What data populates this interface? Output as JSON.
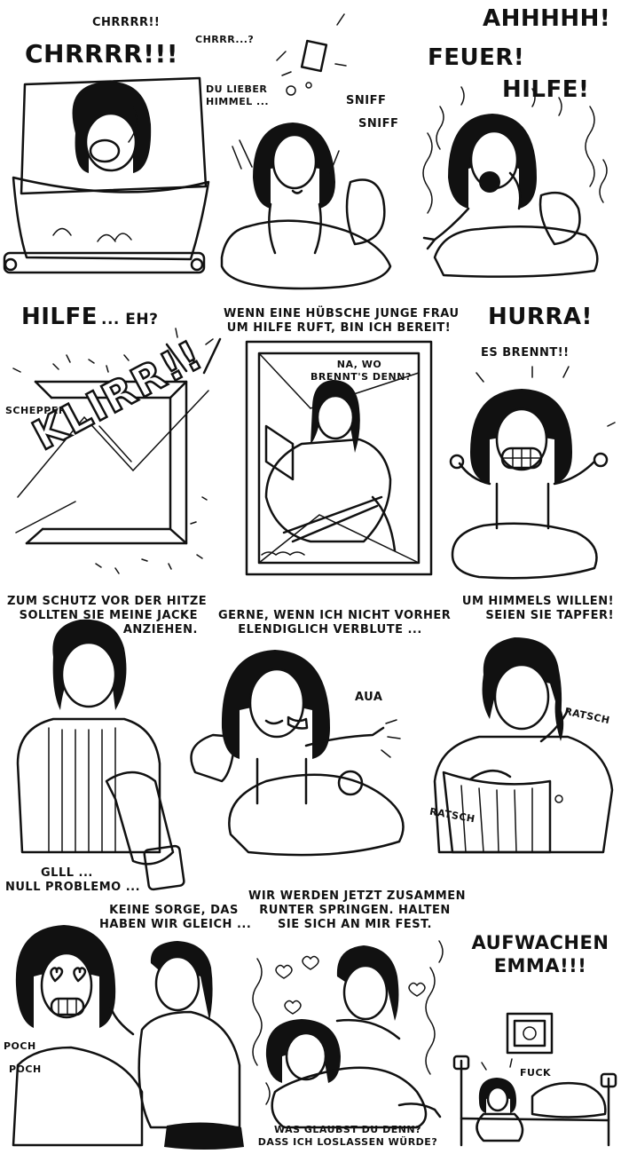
{
  "row1": {
    "p1": {
      "snore_small": "CHRRRR!!",
      "snore_big": "CHRRRR!!!"
    },
    "p2": {
      "snore": "CHRRR...?",
      "exclaim_line1": "DU LIEBER",
      "exclaim_line2": "HIMMEL ...",
      "sniff1": "SNIFF",
      "sniff2": "SNIFF"
    },
    "p3": {
      "scream": "AHHHHH!",
      "fire": "FEUER!",
      "help": "HILFE!"
    }
  },
  "row2": {
    "p4": {
      "help": "HILFE",
      "eh": "... EH?",
      "smash": "SCHEPPER",
      "crash": "KLIRR!!"
    },
    "p5": {
      "caption_line1": "WENN EINE HÜBSCHE JUNGE FRAU",
      "caption_line2": "UM HILFE RUFT, BIN ICH BEREIT!",
      "bubble_line1": "NA, WO",
      "bubble_line2": "BRENNT'S DENN?"
    },
    "p6": {
      "cheer": "HURRA!",
      "burning": "ES BRENNT!!"
    }
  },
  "row3": {
    "p7": {
      "line1": "ZUM SCHUTZ VOR DER HITZE",
      "line2": "SOLLTEN SIE MEINE JACKE",
      "line3": "ANZIEHEN."
    },
    "p8": {
      "line1": "GERNE, WENN ICH NICHT VORHER",
      "line2": "ELENDIGLICH VERBLUTE ...",
      "ouch": "AUA"
    },
    "p9": {
      "line1": "UM HIMMELS WILLEN!",
      "line2": "SEIEN SIE TAPFER!",
      "rip1": "RATSCH",
      "rip2": "RATSCH"
    }
  },
  "row4": {
    "p10": {
      "reply_line1": "GLLL ...",
      "reply_line2": "NULL PROBLEMO ...",
      "line1": "KEINE SORGE, DAS",
      "line2": "HABEN WIR GLEICH ...",
      "knock1": "POCH",
      "knock2": "POCH"
    },
    "p11": {
      "line1": "WIR WERDEN JETZT ZUSAMMEN",
      "line2": "RUNTER SPRINGEN. HALTEN",
      "line3": "SIE SICH AN MIR FEST.",
      "bottom_line1": "WAS GLAUBST DU DENN?",
      "bottom_line2": "DASS ICH LOSLASSEN WÜRDE?"
    },
    "p12": {
      "wake_line1": "AUFWACHEN",
      "wake_line2": "EMMA!!!",
      "curse": "FUCK"
    }
  }
}
